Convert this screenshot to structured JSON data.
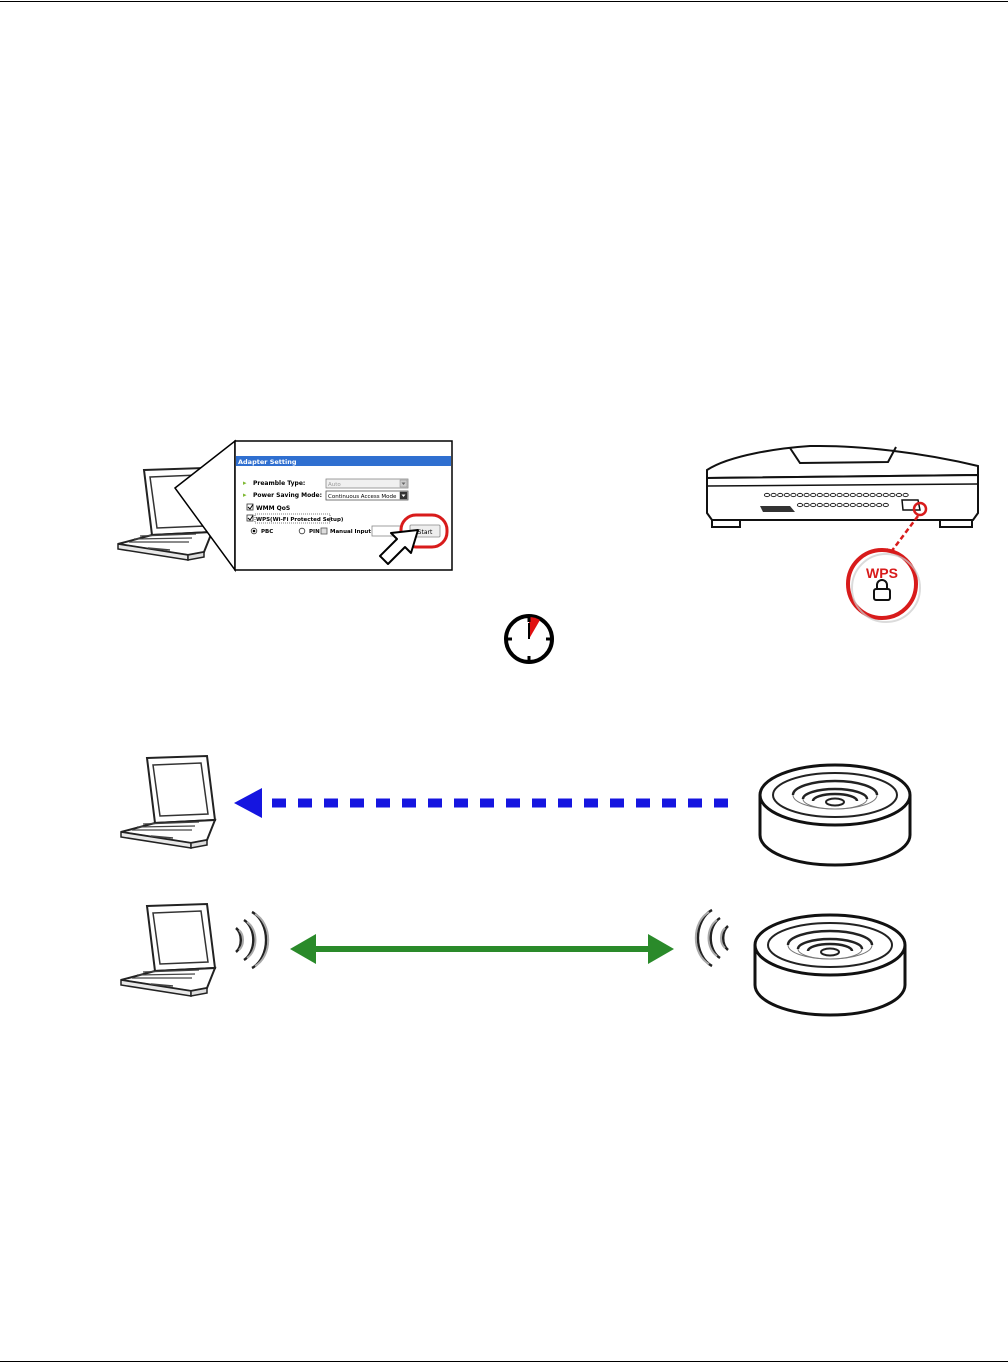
{
  "adapter_setting": {
    "title": "Adapter Setting",
    "preamble_type_label": "Preamble Type:",
    "preamble_type_value": "Auto",
    "power_saving_label": "Power Saving Mode:",
    "power_saving_value": "Continuous Access Mode",
    "wmm_qos_label": "WMM QoS",
    "wmm_qos_checked": true,
    "wps_label": "WPS(Wi-Fi Protected Setup)",
    "wps_checked": true,
    "pbc_label": "PBC",
    "pbc_selected": true,
    "pin_label": "PIN",
    "manual_input_label": "Manual Input",
    "start_button_label": "Start"
  },
  "router": {
    "wps_badge_label": "WPS"
  },
  "colors": {
    "highlight_red": "#d81b1b",
    "arrow_blue": "#1515e0",
    "arrow_green": "#2a8a2a",
    "accent_green": "#7db830"
  }
}
